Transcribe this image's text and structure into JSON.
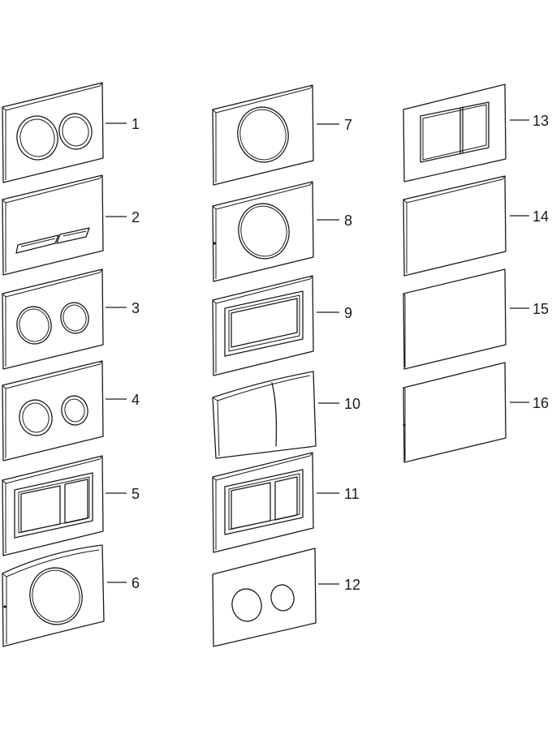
{
  "colors": {
    "line": "#1a1a1a",
    "background": "#ffffff"
  },
  "callouts": [
    {
      "id": "1",
      "label": "1",
      "style": "dual-round-unequal"
    },
    {
      "id": "2",
      "label": "2",
      "style": "dual-slim-bar"
    },
    {
      "id": "3",
      "label": "3",
      "style": "dual-round-rimmed"
    },
    {
      "id": "4",
      "label": "4",
      "style": "dual-round-double-rim"
    },
    {
      "id": "5",
      "label": "5",
      "style": "dual-rectangular-framed"
    },
    {
      "id": "6",
      "label": "6",
      "style": "single-round-curved"
    },
    {
      "id": "7",
      "label": "7",
      "style": "single-round-rimmed"
    },
    {
      "id": "8",
      "label": "8",
      "style": "single-round-rimmed-alt"
    },
    {
      "id": "9",
      "label": "9",
      "style": "single-rectangular-framed"
    },
    {
      "id": "10",
      "label": "10",
      "style": "dual-split-curved"
    },
    {
      "id": "11",
      "label": "11",
      "style": "dual-rectangular-framed-alt"
    },
    {
      "id": "12",
      "label": "12",
      "style": "dual-round-flat"
    },
    {
      "id": "13",
      "label": "13",
      "style": "dual-rectangular-flat"
    },
    {
      "id": "14",
      "label": "14",
      "style": "flat-plate-edged"
    },
    {
      "id": "15",
      "label": "15",
      "style": "flat-plate"
    },
    {
      "id": "16",
      "label": "16",
      "style": "flat-plate-curved"
    }
  ]
}
